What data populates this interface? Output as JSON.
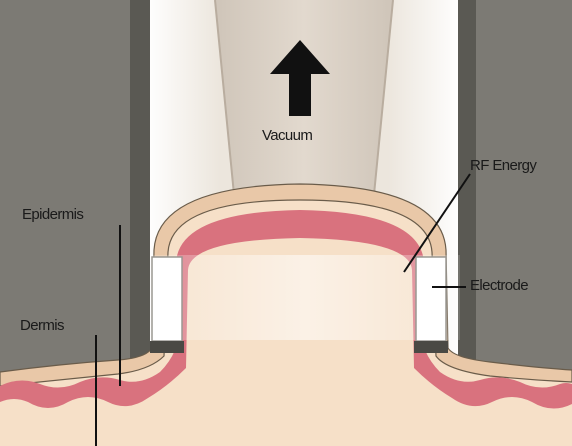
{
  "labels": {
    "vacuum": "Vacuum",
    "rf_energy": "RF Energy",
    "epidermis": "Epidermis",
    "dermis": "Dermis",
    "electrode": "Electrode"
  },
  "colors": {
    "device_gray": "#7c7a74",
    "device_dark": "#4a4944",
    "chamber": "#d9cfc4",
    "chamber_light": "#ece6dd",
    "skin_surface": "#e9c8a8",
    "epidermis_pink": "#d9727e",
    "dermis_tissue": "#f6e0c8",
    "electrode_white": "#ffffff",
    "arrow": "#111111"
  }
}
